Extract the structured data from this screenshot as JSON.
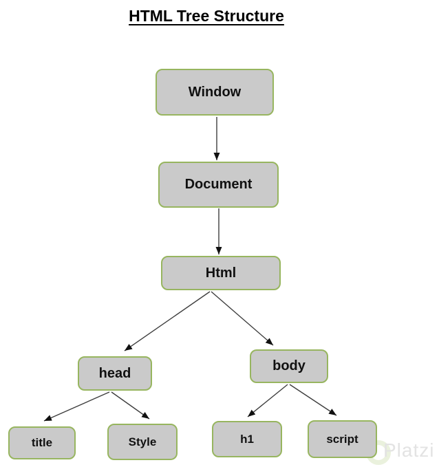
{
  "diagram": {
    "title": "HTML Tree Structure",
    "type": "tree",
    "nodes": {
      "window": {
        "label": "Window"
      },
      "document": {
        "label": "Document"
      },
      "html": {
        "label": "Html"
      },
      "head": {
        "label": "head"
      },
      "body": {
        "label": "body"
      },
      "title": {
        "label": "title"
      },
      "style": {
        "label": "Style"
      },
      "h1": {
        "label": "h1"
      },
      "script": {
        "label": "script"
      }
    },
    "edges": [
      {
        "from": "Window",
        "to": "Document"
      },
      {
        "from": "Document",
        "to": "Html"
      },
      {
        "from": "Html",
        "to": "head"
      },
      {
        "from": "Html",
        "to": "body"
      },
      {
        "from": "head",
        "to": "title"
      },
      {
        "from": "head",
        "to": "Style"
      },
      {
        "from": "body",
        "to": "h1"
      },
      {
        "from": "body",
        "to": "script"
      }
    ],
    "colors": {
      "node_fill": "#cacaca",
      "node_border": "#97b55f",
      "arrow": "#3d3d3d",
      "arrowhead": "#111111",
      "title_text": "#000000",
      "watermark_text": "#e3e3e3"
    }
  },
  "watermark": {
    "label": "Platzi"
  }
}
